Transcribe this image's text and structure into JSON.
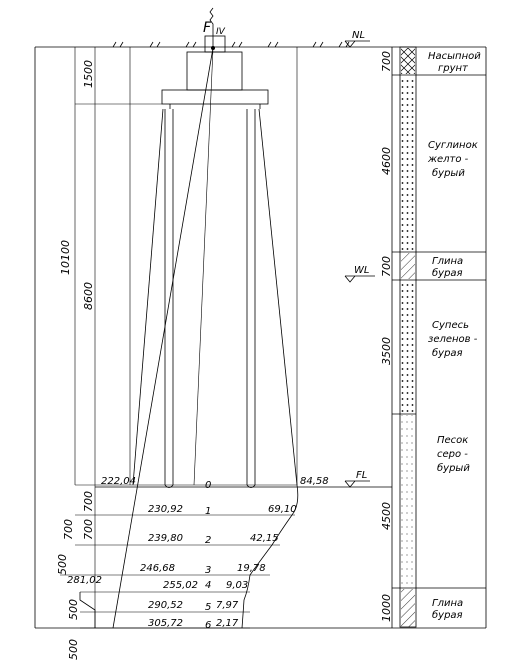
{
  "load": {
    "label": "F",
    "sub": "IV"
  },
  "levels": {
    "nl": "NL",
    "wl": "WL",
    "fl": "FL"
  },
  "dims_left": {
    "total": "10100",
    "top": "1500",
    "mid": "8600",
    "small1": "700",
    "small2": "700",
    "small3": "700",
    "small4": "500",
    "small5": "500",
    "small6": "500"
  },
  "soil_layers": [
    {
      "thickness": "700",
      "line1": "Насыпной",
      "line2": "грунт",
      "line3": ""
    },
    {
      "thickness": "4600",
      "line1": "Суглинок",
      "line2": "желто -",
      "line3": "бурый"
    },
    {
      "thickness": "700",
      "line1": "Глина",
      "line2": "бурая",
      "line3": ""
    },
    {
      "thickness": "3500",
      "line1": "Супесь",
      "line2": "зеленов -",
      "line3": "бурая"
    },
    {
      "thickness": "4500",
      "line1": "Песок",
      "line2": "серо -",
      "line3": "бурый"
    },
    {
      "thickness": "1000",
      "line1": "Глина",
      "line2": "бурая",
      "line3": ""
    }
  ],
  "stress_rows": [
    {
      "index": "0",
      "sigma_zg": "222,04",
      "sigma_zp": "84,58"
    },
    {
      "index": "1",
      "sigma_zg": "230,92",
      "sigma_zp": "69,10"
    },
    {
      "index": "2",
      "sigma_zg": "239,80",
      "sigma_zp": "42,15"
    },
    {
      "index": "3",
      "sigma_zg": "246,68",
      "sigma_zp": "19,78"
    },
    {
      "index": "4",
      "sigma_zg": "255,02",
      "sigma_zp": "9,03"
    },
    {
      "index": "5",
      "sigma_zg": "290,52",
      "sigma_zp": "7,97"
    },
    {
      "index": "6",
      "sigma_zg": "305,72",
      "sigma_zp": "2,17"
    }
  ],
  "extra_value": "281,02"
}
